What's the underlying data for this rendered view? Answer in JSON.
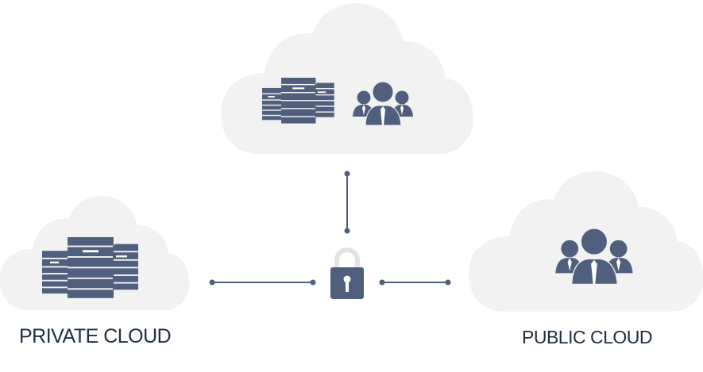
{
  "title": "Hybrid Cloud Diagram",
  "colors": {
    "cloud": "#f2f2f2",
    "icon": "#4f5f7d",
    "connector": "#4f5f7d",
    "shackle": "#e3e3e3",
    "label": "#1f2d3d"
  },
  "nodes": {
    "hybrid": {
      "label": "",
      "icons": [
        "server-rack-icon",
        "users-group-icon"
      ]
    },
    "private": {
      "label": "PRIVATE CLOUD",
      "icons": [
        "server-rack-icon"
      ]
    },
    "public": {
      "label": "PUBLIC CLOUD",
      "icons": [
        "users-group-icon"
      ]
    }
  },
  "hub": {
    "icon": "padlock-icon"
  },
  "edges": [
    {
      "from": "hub",
      "to": "hybrid"
    },
    {
      "from": "hub",
      "to": "private"
    },
    {
      "from": "hub",
      "to": "public"
    }
  ]
}
